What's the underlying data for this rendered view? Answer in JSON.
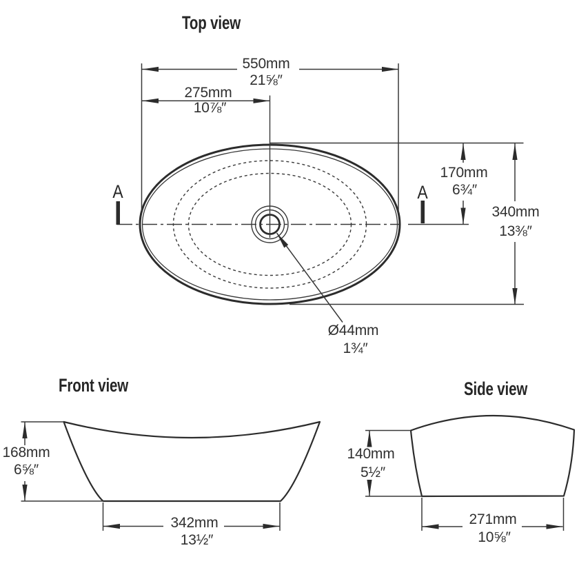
{
  "drawing": {
    "subject": "oval countertop basin technical drawing",
    "colors": {
      "ink": "#303030",
      "outline": "#2c2c2c",
      "background": "#ffffff"
    },
    "top_view": {
      "title": "Top view",
      "section_marker_left": "A",
      "section_marker_right": "A",
      "dim_width": {
        "mm": "550mm",
        "inch": "21⅝″"
      },
      "dim_half_width": {
        "mm": "275mm",
        "inch": "10⅞″"
      },
      "dim_half_height": {
        "mm": "170mm",
        "inch": "6¾″"
      },
      "dim_height": {
        "mm": "340mm",
        "inch": "13⅜″"
      },
      "dim_drain": {
        "mm": "Ø44mm",
        "inch": "1¾″"
      }
    },
    "front_view": {
      "title": "Front view",
      "dim_height": {
        "mm": "168mm",
        "inch": "6⅝″"
      },
      "dim_base_width": {
        "mm": "342mm",
        "inch": "13½″"
      }
    },
    "side_view": {
      "title": "Side view",
      "dim_height": {
        "mm": "140mm",
        "inch": "5½″"
      },
      "dim_base_width": {
        "mm": "271mm",
        "inch": "10⅝″"
      }
    }
  }
}
